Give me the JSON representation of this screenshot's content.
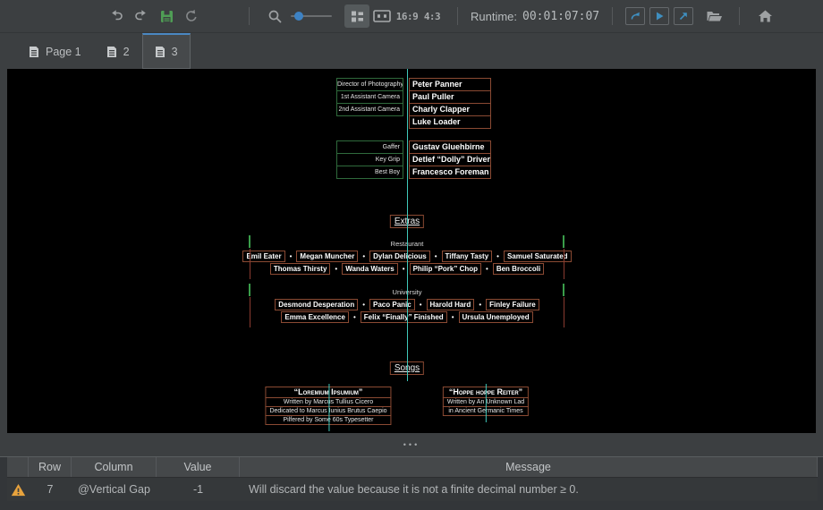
{
  "toolbar": {
    "runtime_label": "Runtime:",
    "runtime_value": "00:01:07:07",
    "aspect_wide_label": "16:9",
    "aspect_classic_label": "4:3"
  },
  "tabs": [
    {
      "label": "Page 1",
      "active": false
    },
    {
      "label": "2",
      "active": false
    },
    {
      "label": "3",
      "active": true
    }
  ],
  "page": {
    "crew_blocks": [
      {
        "rows": [
          {
            "role": "Director of Photography",
            "name": "Peter Panner"
          },
          {
            "role": "1st Assistant Camera",
            "name": "Paul Puller"
          },
          {
            "role": "2nd Assistant Camera",
            "name": "Charly Clapper"
          },
          {
            "role": "",
            "name": "Luke Loader"
          }
        ]
      },
      {
        "rows": [
          {
            "role": "Gaffer",
            "name": "Gustav Gluehbirne"
          },
          {
            "role": "Key Grip",
            "name": "Detlef “Dolly” Driver"
          },
          {
            "role": "Best Boy",
            "name": "Francesco Foreman"
          }
        ]
      }
    ],
    "extras": {
      "heading": "Extras",
      "bullet": "•",
      "groups": [
        {
          "subheading": "Restaurant",
          "lines": [
            [
              "Emil Eater",
              "Megan Muncher",
              "Dylan Delicious",
              "Tiffany Tasty",
              "Samuel Saturated"
            ],
            [
              "Thomas Thirsty",
              "Wanda Waters",
              "Philip “Pork” Chop",
              "Ben Broccoli"
            ]
          ]
        },
        {
          "subheading": "University",
          "lines": [
            [
              "Desmond Desperation",
              "Paco Panic",
              "Harold Hard",
              "Finley Failure"
            ],
            [
              "Emma Excellence",
              "Felix “Finally” Finished",
              "Ursula Unemployed"
            ]
          ]
        }
      ]
    },
    "songs": {
      "heading": "Songs",
      "entries": [
        {
          "title": "“Loremium Ipsumium”",
          "lines": [
            "Written by Marcus Tullius Cicero",
            "Dedicated to Marcus Iunius Brutus Caepio",
            "Pilfered by Some 60s Typesetter"
          ]
        },
        {
          "title": "“Hoppe hoppe Reiter”",
          "lines": [
            "Written by An Unknown Lad",
            "in Ancient Germanic Times"
          ]
        }
      ]
    }
  },
  "issues_table": {
    "headers": {
      "row": "Row",
      "column": "Column",
      "value": "Value",
      "message": "Message"
    },
    "rows": [
      {
        "severity": "warning",
        "row": "7",
        "column": "@Vertical Gap",
        "value": "-1",
        "message": "Will discard the value because it is not a finite decimal number ≥ 0."
      }
    ]
  },
  "ui": {
    "splitter_dots": "•••"
  },
  "colors": {
    "accent_blue": "#4a88c2",
    "icon_blue": "#3f8fc0",
    "save_green": "#4f9e55",
    "warning_orange": "#e8a33d",
    "guide_teal": "#3fc8ba",
    "name_box_red": "#8b4a33",
    "role_box_green": "#2f6a3c"
  }
}
